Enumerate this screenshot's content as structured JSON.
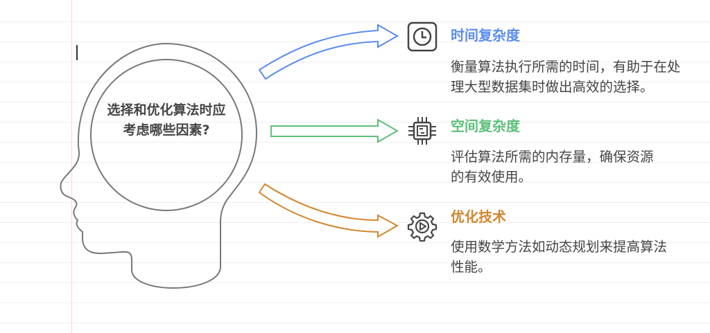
{
  "center": {
    "question": "选择和优化算法时应考虑哪些因素?"
  },
  "items": [
    {
      "title": "时间复杂度",
      "description": "衡量算法执行所需的时间，有助于在处理大型数据集时做出高效的选择。",
      "icon": "clock-icon",
      "color": "#5b8def"
    },
    {
      "title": "空间复杂度",
      "description": "评估算法所需的内存量，确保资源的有效使用。",
      "icon": "chip-icon",
      "color": "#5cc07a"
    },
    {
      "title": "优化技术",
      "description": "使用数学方法如动态规划来提高算法性能。",
      "icon": "gear-play-icon",
      "color": "#d4862e"
    }
  ]
}
